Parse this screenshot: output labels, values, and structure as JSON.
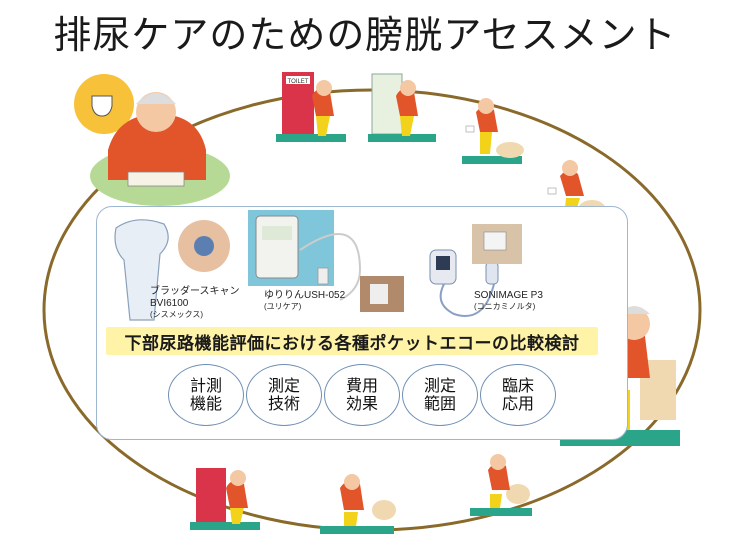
{
  "title": "排尿ケアのための膀胱アセスメント",
  "banner": "下部尿路機能評価における各種ポケットエコーの比較検討",
  "devices": [
    {
      "name": "ブラッダースキャン",
      "model": "BVI6100",
      "maker": "(シスメックス)"
    },
    {
      "name": "",
      "model": "ゆりりんUSH-052",
      "maker": "(ユリケア)"
    },
    {
      "name": "",
      "model": "SONIMAGE P3",
      "maker": "(コニカミノルタ)"
    }
  ],
  "criteria": [
    "計測機能",
    "測定技術",
    "費用効果",
    "測定範囲",
    "臨床応用"
  ],
  "sign_text": "TOILET",
  "colors": {
    "ring": "#8a6a2a",
    "panel_border": "#9fb6cf",
    "banner": "#fff3a8",
    "shirt": "#e2542a",
    "pants": "#f2d21a",
    "skin": "#f3c8a2",
    "door": "#d9344a",
    "toilet": "#f0d9b0"
  }
}
